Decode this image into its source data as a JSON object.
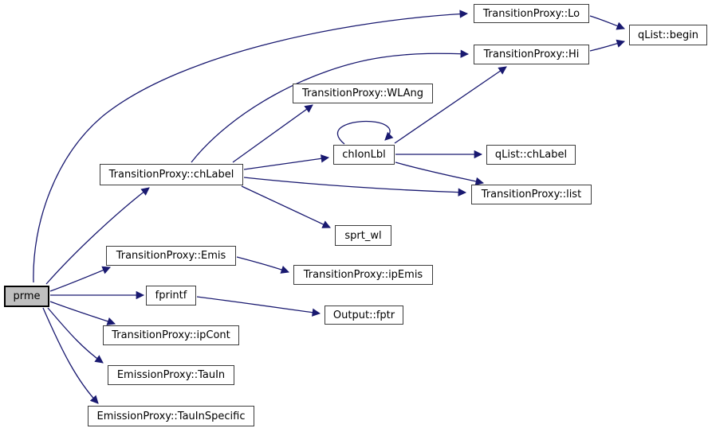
{
  "diagram": {
    "type": "call-graph",
    "tool_style": "doxygen",
    "root": "prme",
    "colors": {
      "background": "#ffffff",
      "edge": "#191970",
      "node_border": "#3c3c3c",
      "node_fill": "#ffffff",
      "root_fill": "#bfbfbf",
      "text": "#000000"
    }
  },
  "nodes": [
    {
      "id": "prme",
      "label": "prme"
    },
    {
      "id": "transitionproxy-chlabel",
      "label": "TransitionProxy::chLabel"
    },
    {
      "id": "transitionproxy-wlang",
      "label": "TransitionProxy::WLAng"
    },
    {
      "id": "chionlbl",
      "label": "chIonLbl"
    },
    {
      "id": "qlist-chlabel",
      "label": "qList::chLabel"
    },
    {
      "id": "transitionproxy-list",
      "label": "TransitionProxy::list"
    },
    {
      "id": "transitionproxy-lo",
      "label": "TransitionProxy::Lo"
    },
    {
      "id": "transitionproxy-hi",
      "label": "TransitionProxy::Hi"
    },
    {
      "id": "qlist-begin",
      "label": "qList::begin"
    },
    {
      "id": "sprt-wl",
      "label": "sprt_wl"
    },
    {
      "id": "transitionproxy-emis",
      "label": "TransitionProxy::Emis"
    },
    {
      "id": "transitionproxy-ipemis",
      "label": "TransitionProxy::ipEmis"
    },
    {
      "id": "fprintf",
      "label": "fprintf"
    },
    {
      "id": "output-fptr",
      "label": "Output::fptr"
    },
    {
      "id": "transitionproxy-ipcont",
      "label": "TransitionProxy::ipCont"
    },
    {
      "id": "emissionproxy-tauin",
      "label": "EmissionProxy::TauIn"
    },
    {
      "id": "emissionproxy-tauinspecific",
      "label": "EmissionProxy::TauInSpecific"
    }
  ],
  "edges": [
    {
      "from": "prme",
      "to": "transitionproxy-lo"
    },
    {
      "from": "prme",
      "to": "transitionproxy-chlabel"
    },
    {
      "from": "prme",
      "to": "transitionproxy-emis"
    },
    {
      "from": "prme",
      "to": "fprintf"
    },
    {
      "from": "prme",
      "to": "transitionproxy-ipcont"
    },
    {
      "from": "prme",
      "to": "emissionproxy-tauin"
    },
    {
      "from": "prme",
      "to": "emissionproxy-tauinspecific"
    },
    {
      "from": "transitionproxy-chlabel",
      "to": "transitionproxy-hi"
    },
    {
      "from": "transitionproxy-chlabel",
      "to": "transitionproxy-wlang"
    },
    {
      "from": "transitionproxy-chlabel",
      "to": "chionlbl"
    },
    {
      "from": "transitionproxy-chlabel",
      "to": "transitionproxy-list"
    },
    {
      "from": "transitionproxy-chlabel",
      "to": "sprt-wl"
    },
    {
      "from": "chionlbl",
      "to": "chionlbl"
    },
    {
      "from": "chionlbl",
      "to": "transitionproxy-hi"
    },
    {
      "from": "chionlbl",
      "to": "qlist-chlabel"
    },
    {
      "from": "chionlbl",
      "to": "transitionproxy-list"
    },
    {
      "from": "transitionproxy-lo",
      "to": "qlist-begin"
    },
    {
      "from": "transitionproxy-hi",
      "to": "qlist-begin"
    },
    {
      "from": "transitionproxy-emis",
      "to": "transitionproxy-ipemis"
    },
    {
      "from": "fprintf",
      "to": "output-fptr"
    }
  ]
}
